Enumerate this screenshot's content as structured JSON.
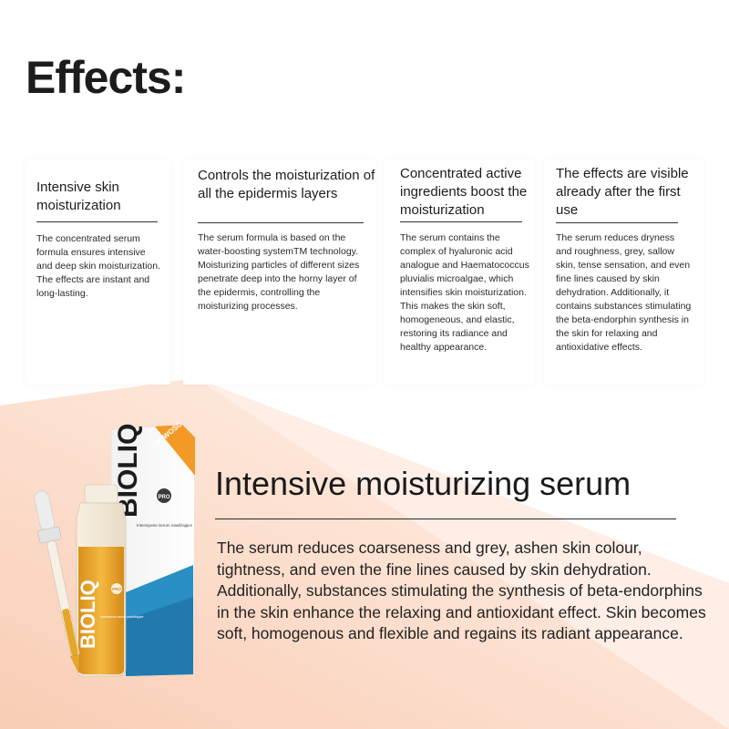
{
  "page_title": "Effects:",
  "effects": [
    {
      "title": "Intensive skin moisturization",
      "text": "The concentrated serum formula ensures intensive and deep skin moisturization. The effects are instant and long-lasting."
    },
    {
      "title": "Controls the moisturization of all the epidermis layers",
      "text": "The serum formula is based on the water-boosting systemTM technology. Moisturizing particles of different sizes penetrate deep into the horny layer of the epidermis, controlling the moisturizing processes."
    },
    {
      "title": "Concentrated active ingredients boost the moisturization",
      "text": "The serum contains the complex of hyaluronic acid analogue and Haematococcus pluvialis microalgae, which intensifies skin moisturization. This makes the skin soft, homogeneous, and elastic, restoring its radiance and healthy appearance."
    },
    {
      "title": "The effects are visible already after the first use",
      "text": "The serum reduces dryness and roughness, grey, sallow skin, tense sensation, and even fine lines caused by skin dehydration. Additionally, it contains substances stimulating the beta-endorphin synthesis in the skin for relaxing and antioxidative effects."
    }
  ],
  "product": {
    "title": "Intensive moisturizing serum",
    "description": "The serum reduces coarseness and grey, ashen skin colour, tightness, and even the fine lines caused by skin dehydration. Additionally, substances stimulating the synthesis of beta-endorphins in the skin enhance the relaxing and antioxidant effect. Skin becomes soft, homogenous and flexible and regains its radiant appearance.",
    "brand": "BIOLIQ",
    "badge_pro": "PRO",
    "badge_new": "NOWOŚĆ",
    "box_subtitle": "Intensywne serum nawilżające",
    "bottle_label": "Intensywne serum nawilżające"
  },
  "colors": {
    "background_peach": "#fbdccb",
    "accent_orange": "#f29a25",
    "accent_blue": "#2a8fc4",
    "serum_amber": "#e7a52c"
  }
}
